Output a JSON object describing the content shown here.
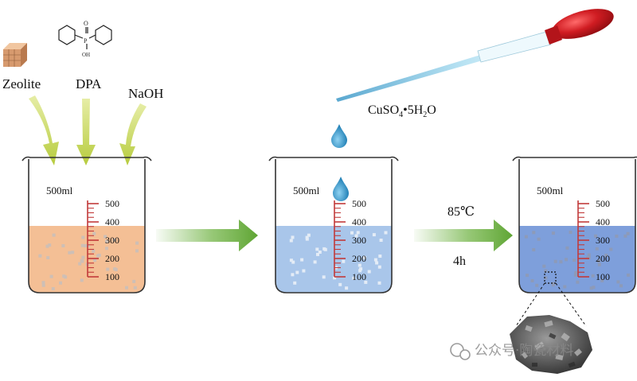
{
  "reagents": {
    "zeolite": "Zeolite",
    "dpa": "DPA",
    "naoh": "NaOH",
    "copper_salt_prefix": "CuSO",
    "copper_salt_sub1": "4",
    "copper_salt_mid": "•5H",
    "copper_salt_sub2": "2",
    "copper_salt_suffix": "O"
  },
  "dpa_structure": {
    "o_label": "O",
    "p_label": "P",
    "oh_label": "OH"
  },
  "beakers": [
    {
      "volume_label": "500ml",
      "ticks": [
        "500",
        "400",
        "300",
        "200",
        "100"
      ],
      "liquid_color": "#f4bf95"
    },
    {
      "volume_label": "500ml",
      "ticks": [
        "500",
        "400",
        "300",
        "200",
        "100"
      ],
      "liquid_color": "#a9c6ea"
    },
    {
      "volume_label": "500ml",
      "ticks": [
        "500",
        "400",
        "300",
        "200",
        "100"
      ],
      "liquid_color": "#7e9fdb"
    }
  ],
  "conditions": {
    "temperature": "85℃",
    "time": "4h"
  },
  "watermark": "公众号·陶瓷材料",
  "colors": {
    "scale_red": "#c23b3b",
    "arrow_green": "#6ab03c",
    "feed_arrow_yellow": "#c6d85a",
    "droplet_blue": "#2f8ec2",
    "pipette_bulb": "#c8161d",
    "pipette_tube": "#8fd0ea"
  }
}
